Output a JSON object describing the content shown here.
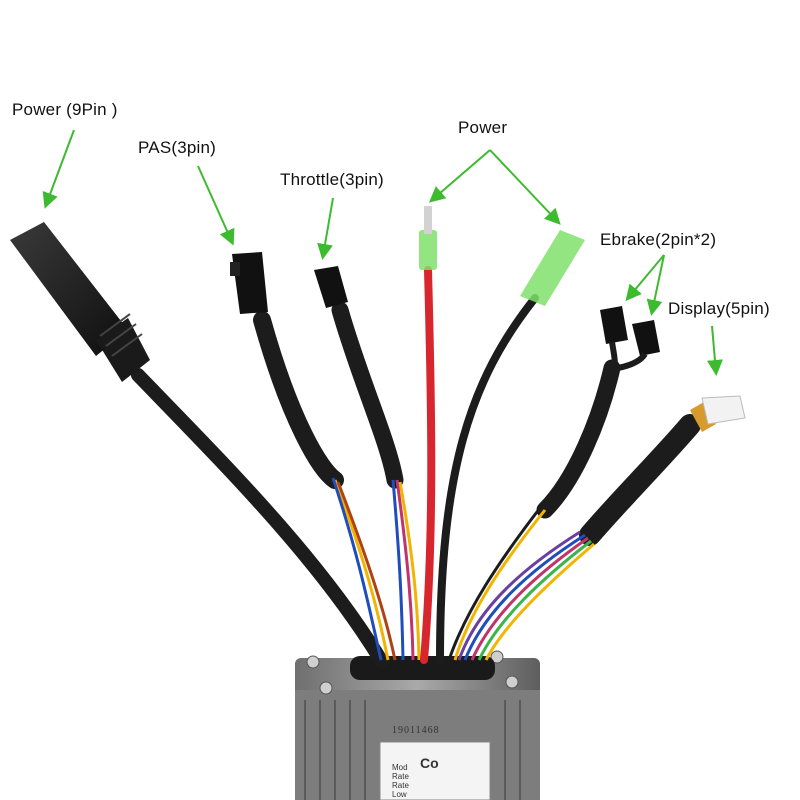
{
  "labels": {
    "power_9pin": "Power  (9Pin )",
    "pas": "PAS(3pin)",
    "throttle": "Throttle(3pin)",
    "power": "Power",
    "ebrake": "Ebrake(2pin*2)",
    "display": "Display(5pin)"
  },
  "controller": {
    "serial": "19011468",
    "sticker_title": "Co",
    "sticker_lines": [
      "Mod",
      "Rate",
      "Rate",
      "Low"
    ]
  },
  "colors": {
    "arrow": "#3dbb2e",
    "cable": "#1c1c1c",
    "red_wire": "#d8262e",
    "connector_green": "#7fe06a"
  }
}
